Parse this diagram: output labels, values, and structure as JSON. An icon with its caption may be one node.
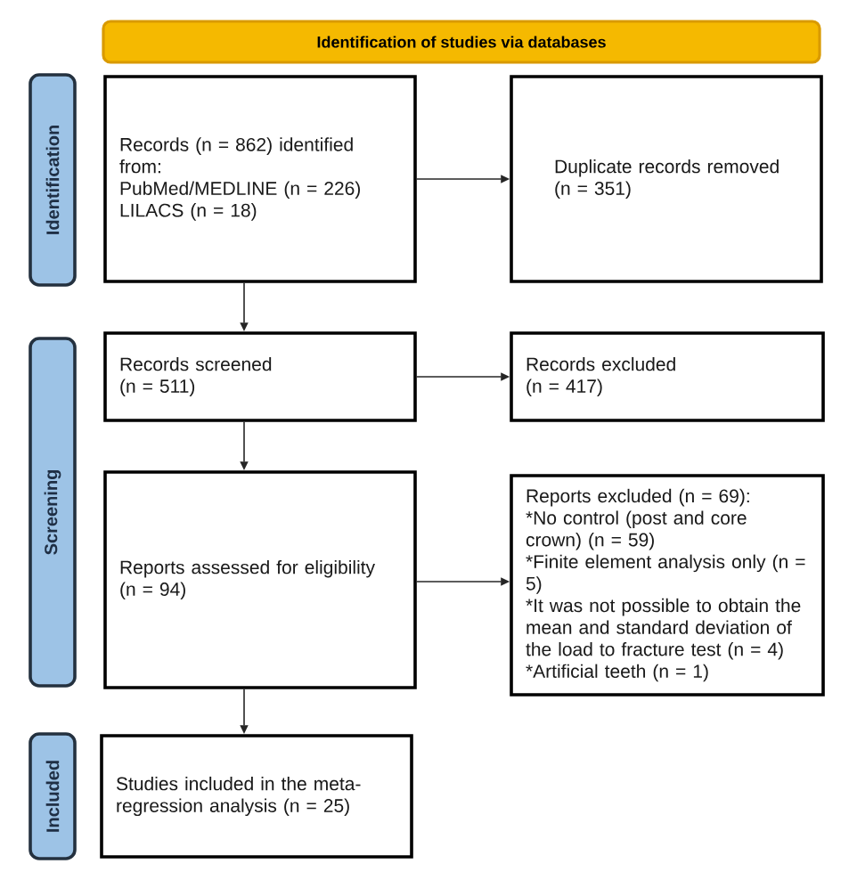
{
  "diagram": {
    "nodes": [
      {
        "text": [
          "Identification of studies via databases"
        ]
      },
      {
        "text": [
          "Identification"
        ]
      },
      {
        "text": [
          "Records (n = 862) identified from:",
          "PubMed/MEDLINE (n = 226)",
          "LILACS (n = 18)"
        ]
      },
      {
        "text": [
          "Duplicate records removed (n = 351)"
        ]
      },
      {
        "text": [
          "Screening"
        ]
      },
      {
        "text": [
          "Records screened (n = 511)"
        ]
      },
      {
        "text": [
          "Records excluded (n = 417)"
        ]
      },
      {
        "text": [
          "Reports assessed for eligibility (n = 94)"
        ]
      },
      {
        "text": [
          "Reports excluded (n = 69):",
          "*No control (post and core crown) (n = 59)",
          "*Finite element analysis only (n = 5)",
          "*It was not possible to obtain the mean and standard deviation of the load to fracture test (n = 4)",
          "*Artificial teeth (n = 1)"
        ]
      },
      {
        "text": [
          "Included"
        ]
      },
      {
        "text": [
          "Studies included in the meta-regression analysis (n = 25)"
        ]
      }
    ],
    "edges": [
      {
        "from": 2,
        "to": 3,
        "arrow": "to"
      },
      {
        "from": 2,
        "to": 5,
        "arrow": "to"
      },
      {
        "from": 5,
        "to": 6,
        "arrow": "to"
      },
      {
        "from": 5,
        "to": 7,
        "arrow": "to"
      },
      {
        "from": 7,
        "to": 8,
        "arrow": "to"
      },
      {
        "from": 7,
        "to": 10,
        "arrow": "to"
      }
    ]
  }
}
